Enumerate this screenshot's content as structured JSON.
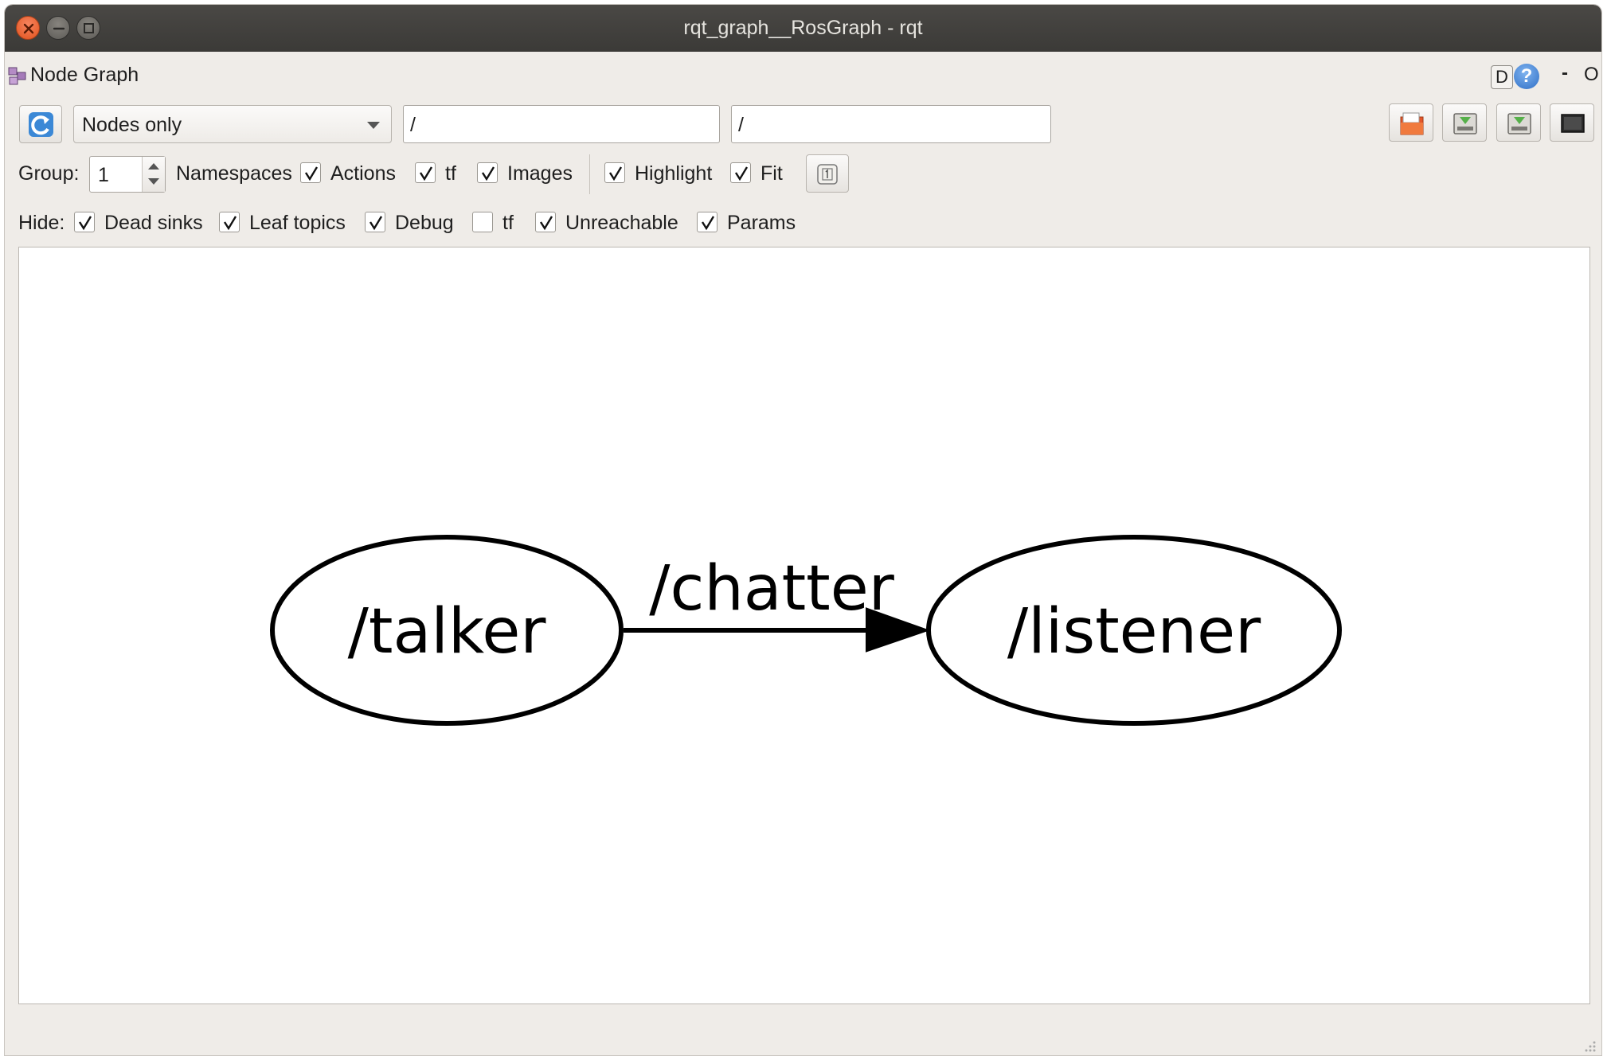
{
  "window": {
    "title": "rqt_graph__RosGraph - rqt",
    "controls": [
      "close-icon",
      "minimize-icon",
      "maximize-icon"
    ]
  },
  "plugin": {
    "title": "Node Graph",
    "d_label": "D",
    "help_label": "?",
    "dash_label": "-",
    "o_label": "O"
  },
  "toolbar": {
    "graph_mode": "Nodes only",
    "node_filter": "/",
    "topic_filter": "/",
    "icons": [
      "refresh-icon",
      "open-file-icon",
      "save-dot-icon",
      "save-svg-icon",
      "screenshot-icon"
    ]
  },
  "group_row": {
    "group_label": "Group:",
    "group_value": "1",
    "options": [
      {
        "label": "Namespaces",
        "checkbox": false
      },
      {
        "label": "Actions",
        "checked": true
      },
      {
        "label": "tf",
        "checked": true
      },
      {
        "label": "Images",
        "checked": true
      },
      {
        "label": "Highlight",
        "checked": true
      },
      {
        "label": "Fit",
        "checked": true
      }
    ]
  },
  "hide_row": {
    "hide_label": "Hide:",
    "options": [
      {
        "label": "Dead sinks",
        "checked": true
      },
      {
        "label": "Leaf topics",
        "checked": true
      },
      {
        "label": "Debug",
        "checked": true
      },
      {
        "label": "tf",
        "checked": false
      },
      {
        "label": "Unreachable",
        "checked": true
      },
      {
        "label": "Params",
        "checked": true
      }
    ]
  },
  "graph": {
    "nodes": [
      {
        "name": "/talker"
      },
      {
        "name": "/listener"
      }
    ],
    "edges": [
      {
        "from": "/talker",
        "to": "/listener",
        "topic": "/chatter"
      }
    ]
  }
}
